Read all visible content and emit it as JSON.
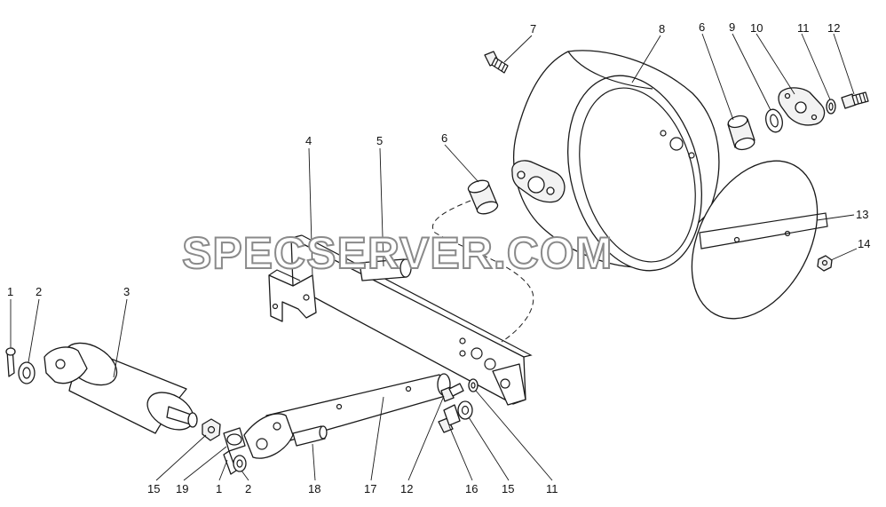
{
  "watermark": "SPECSERVER.COM",
  "callouts": {
    "c1a": "1",
    "c2a": "2",
    "c3": "3",
    "c4": "4",
    "c5": "5",
    "c6a": "6",
    "c6b": "6",
    "c7": "7",
    "c8": "8",
    "c9": "9",
    "c10": "10",
    "c11a": "11",
    "c12a": "12",
    "c13": "13",
    "c14": "14",
    "c15a": "15",
    "c19": "19",
    "c1b": "1",
    "c2b": "2",
    "c18": "18",
    "c17": "17",
    "c12b": "12",
    "c16": "16",
    "c15b": "15",
    "c11b": "11"
  }
}
